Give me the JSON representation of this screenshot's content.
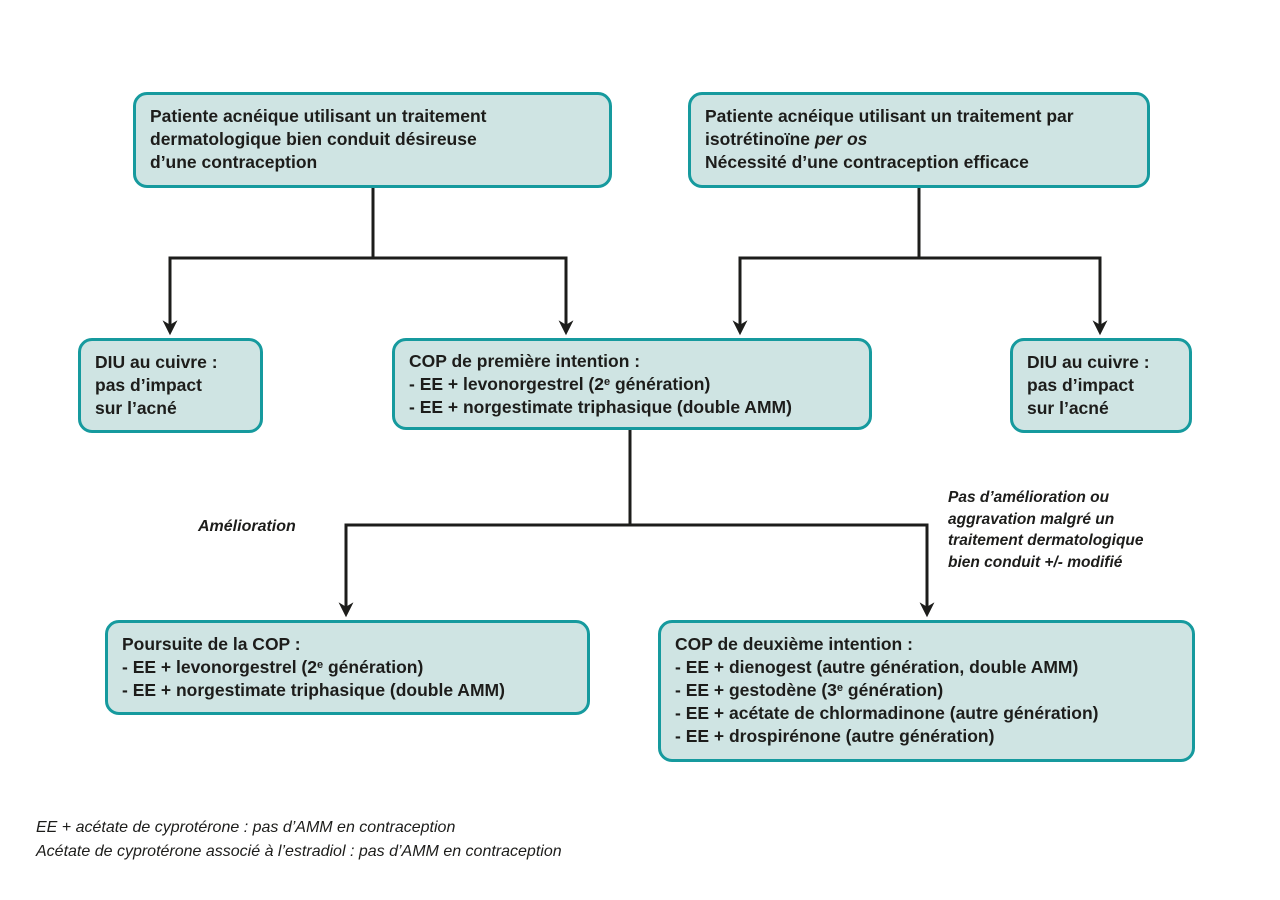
{
  "colors": {
    "box_fill": "#cfe4e3",
    "box_border": "#169a9e",
    "line": "#1d1d1b",
    "text": "#1d1d1b"
  },
  "boxes": {
    "patient_dermato": {
      "lines": [
        "Patiente acnéique utilisant un traitement",
        "dermatologique bien conduit désireuse",
        "d’une contraception"
      ]
    },
    "patient_iso": {
      "line1": "Patiente acnéique utilisant un traitement par",
      "line2_pre": "isotrétinoïne ",
      "line2_italic": "per os",
      "line3": "Nécessité d’une contraception efficace"
    },
    "diu": {
      "lines": [
        "DIU au cuivre :",
        "pas d’impact",
        "sur l’acné"
      ]
    },
    "cop_first": {
      "title": "COP de première intention :",
      "item1_pre": "- EE + levonorgestrel (2",
      "item1_sup": "e",
      "item1_post": " génération)",
      "item2": "- EE + norgestimate triphasique (double AMM)"
    },
    "cop_continue": {
      "title": "Poursuite de la COP :",
      "item1_pre": "- EE + levonorgestrel (2",
      "item1_sup": "e",
      "item1_post": " génération)",
      "item2": "- EE + norgestimate triphasique (double AMM)"
    },
    "cop_second": {
      "title": "COP de deuxième intention :",
      "item1": "- EE + dienogest (autre génération, double AMM)",
      "item2_pre": "- EE + gestodène (3",
      "item2_sup": "e",
      "item2_post": " génération)",
      "item3": "- EE + acétate de chlormadinone (autre génération)",
      "item4": "- EE + drospirénone (autre génération)"
    }
  },
  "labels": {
    "improvement": "Amélioration",
    "no_improvement_lines": [
      "Pas d’amélioration ou",
      "aggravation malgré un",
      "traitement dermatologique",
      "bien conduit +/- modifié"
    ]
  },
  "footnotes": [
    "EE + acétate de cyprotérone : pas d’AMM en contraception",
    "Acétate de cyprotérone associé à l’estradiol : pas d’AMM en contraception"
  ]
}
